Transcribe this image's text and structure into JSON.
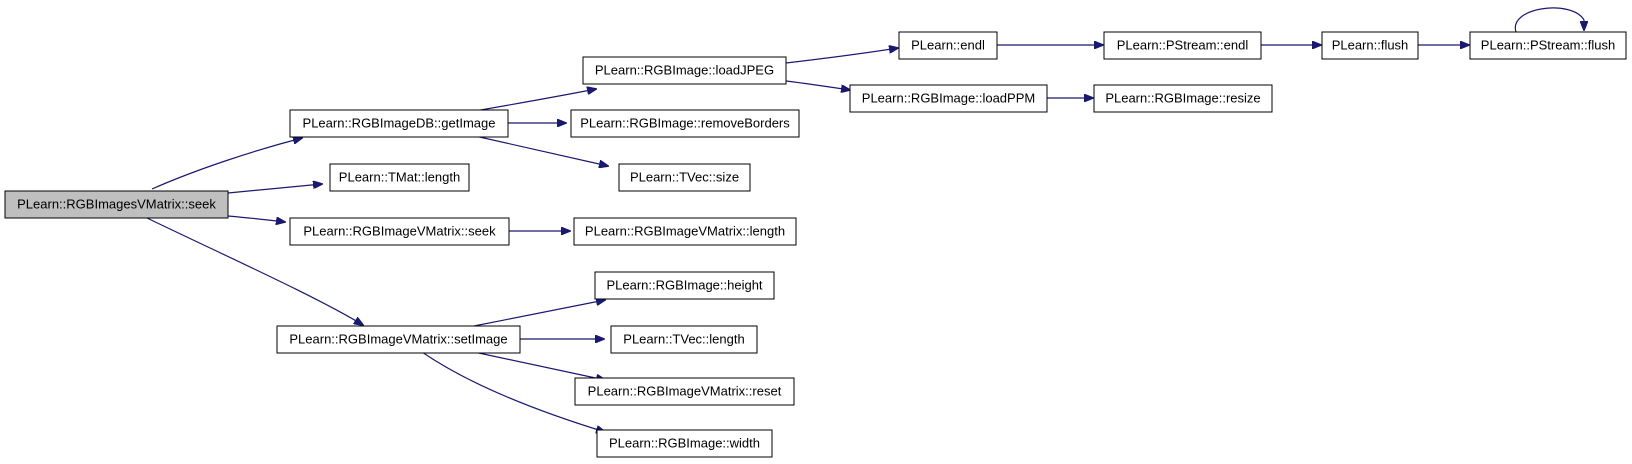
{
  "diagram": {
    "nodes": {
      "seek_root": "PLearn::RGBImagesVMatrix::seek",
      "getImage": "PLearn::RGBImageDB::getImage",
      "tmat_length": "PLearn::TMat::length",
      "vmatrix_seek": "PLearn::RGBImageVMatrix::seek",
      "setImage": "PLearn::RGBImageVMatrix::setImage",
      "loadJPEG": "PLearn::RGBImage::loadJPEG",
      "removeBorders": "PLearn::RGBImage::removeBorders",
      "tvec_size": "PLearn::TVec::size",
      "vmatrix_length": "PLearn::RGBImageVMatrix::length",
      "height": "PLearn::RGBImage::height",
      "tvec_length": "PLearn::TVec::length",
      "reset": "PLearn::RGBImageVMatrix::reset",
      "width": "PLearn::RGBImage::width",
      "endl": "PLearn::endl",
      "loadPPM": "PLearn::RGBImage::loadPPM",
      "pstream_endl": "PLearn::PStream::endl",
      "resize": "PLearn::RGBImage::resize",
      "flush": "PLearn::flush",
      "pstream_flush": "PLearn::PStream::flush"
    },
    "edges": [
      [
        "seek_root",
        "getImage"
      ],
      [
        "seek_root",
        "tmat_length"
      ],
      [
        "seek_root",
        "vmatrix_seek"
      ],
      [
        "seek_root",
        "setImage"
      ],
      [
        "getImage",
        "loadJPEG"
      ],
      [
        "getImage",
        "removeBorders"
      ],
      [
        "getImage",
        "tvec_size"
      ],
      [
        "vmatrix_seek",
        "vmatrix_length"
      ],
      [
        "setImage",
        "height"
      ],
      [
        "setImage",
        "tvec_length"
      ],
      [
        "setImage",
        "reset"
      ],
      [
        "setImage",
        "width"
      ],
      [
        "loadJPEG",
        "endl"
      ],
      [
        "loadJPEG",
        "loadPPM"
      ],
      [
        "endl",
        "pstream_endl"
      ],
      [
        "loadPPM",
        "resize"
      ],
      [
        "pstream_endl",
        "flush"
      ],
      [
        "flush",
        "pstream_flush"
      ],
      [
        "pstream_flush",
        "pstream_flush"
      ]
    ],
    "colors": {
      "edge": "#191970",
      "root_fill": "#bfbfbf",
      "node_fill": "#ffffff",
      "node_border": "#000000"
    }
  }
}
